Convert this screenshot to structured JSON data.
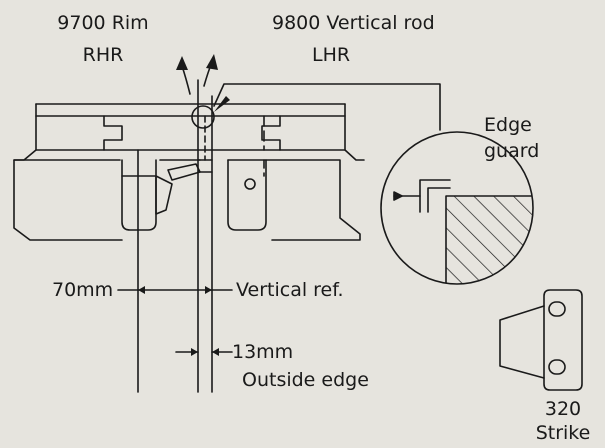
{
  "labels": {
    "rim_title": "9700 Rim",
    "rim_hand": "RHR",
    "rod_title": "9800 Vertical rod",
    "rod_hand": "LHR",
    "edge_guard_line1": "Edge",
    "edge_guard_line2": "guard",
    "dim_70": "70mm",
    "vertical_ref": "Vertical ref.",
    "dim_13": "13mm",
    "outside_edge": "Outside edge",
    "strike_number": "320",
    "strike_name": "Strike"
  },
  "colors": {
    "background": "#e6e4de",
    "line": "#1a1a1a"
  }
}
